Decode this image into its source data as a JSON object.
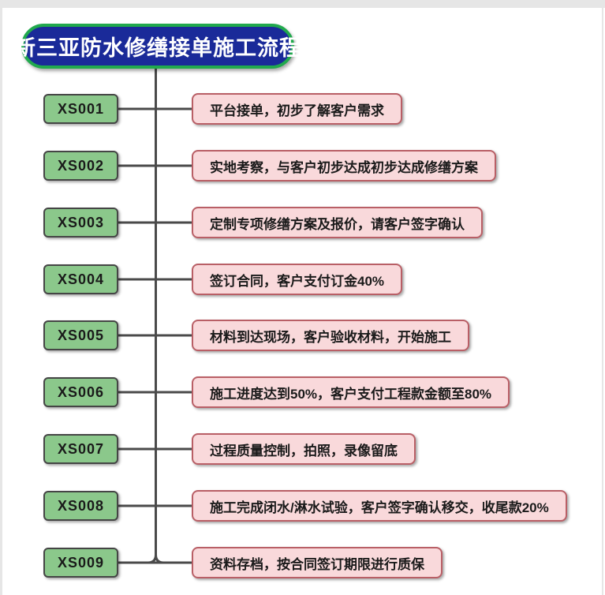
{
  "title": {
    "text": "新三亚防水修缮接单施工流程"
  },
  "colors": {
    "pill_bg": "#1a2a99",
    "pill_border": "#21a94d",
    "step_bg": "#8bc88b",
    "step_border": "#454545",
    "desc_bg": "#f9d9db",
    "desc_border": "#b95f66",
    "line": "#4a4a4a",
    "text": "#1a1a1a",
    "frame": "#e6e6e6"
  },
  "steps": [
    {
      "code": "XS001",
      "desc": "平台接单，初步了解客户需求"
    },
    {
      "code": "XS002",
      "desc": "实地考察，与客户初步达成初步达成修缮方案"
    },
    {
      "code": "XS003",
      "desc": "定制专项修缮方案及报价，请客户签字确认"
    },
    {
      "code": "XS004",
      "desc": "签订合同，客户支付订金40%"
    },
    {
      "code": "XS005",
      "desc": "材料到达现场，客户验收材料，开始施工"
    },
    {
      "code": "XS006",
      "desc": "施工进度达到50%，客户支付工程款金额至80%"
    },
    {
      "code": "XS007",
      "desc": "过程质量控制，拍照，录像留底"
    },
    {
      "code": "XS008",
      "desc": "施工完成闭水/淋水试验，客户签字确认移交，收尾款20%"
    },
    {
      "code": "XS009",
      "desc": "资料存档，按合同签订期限进行质保"
    }
  ]
}
